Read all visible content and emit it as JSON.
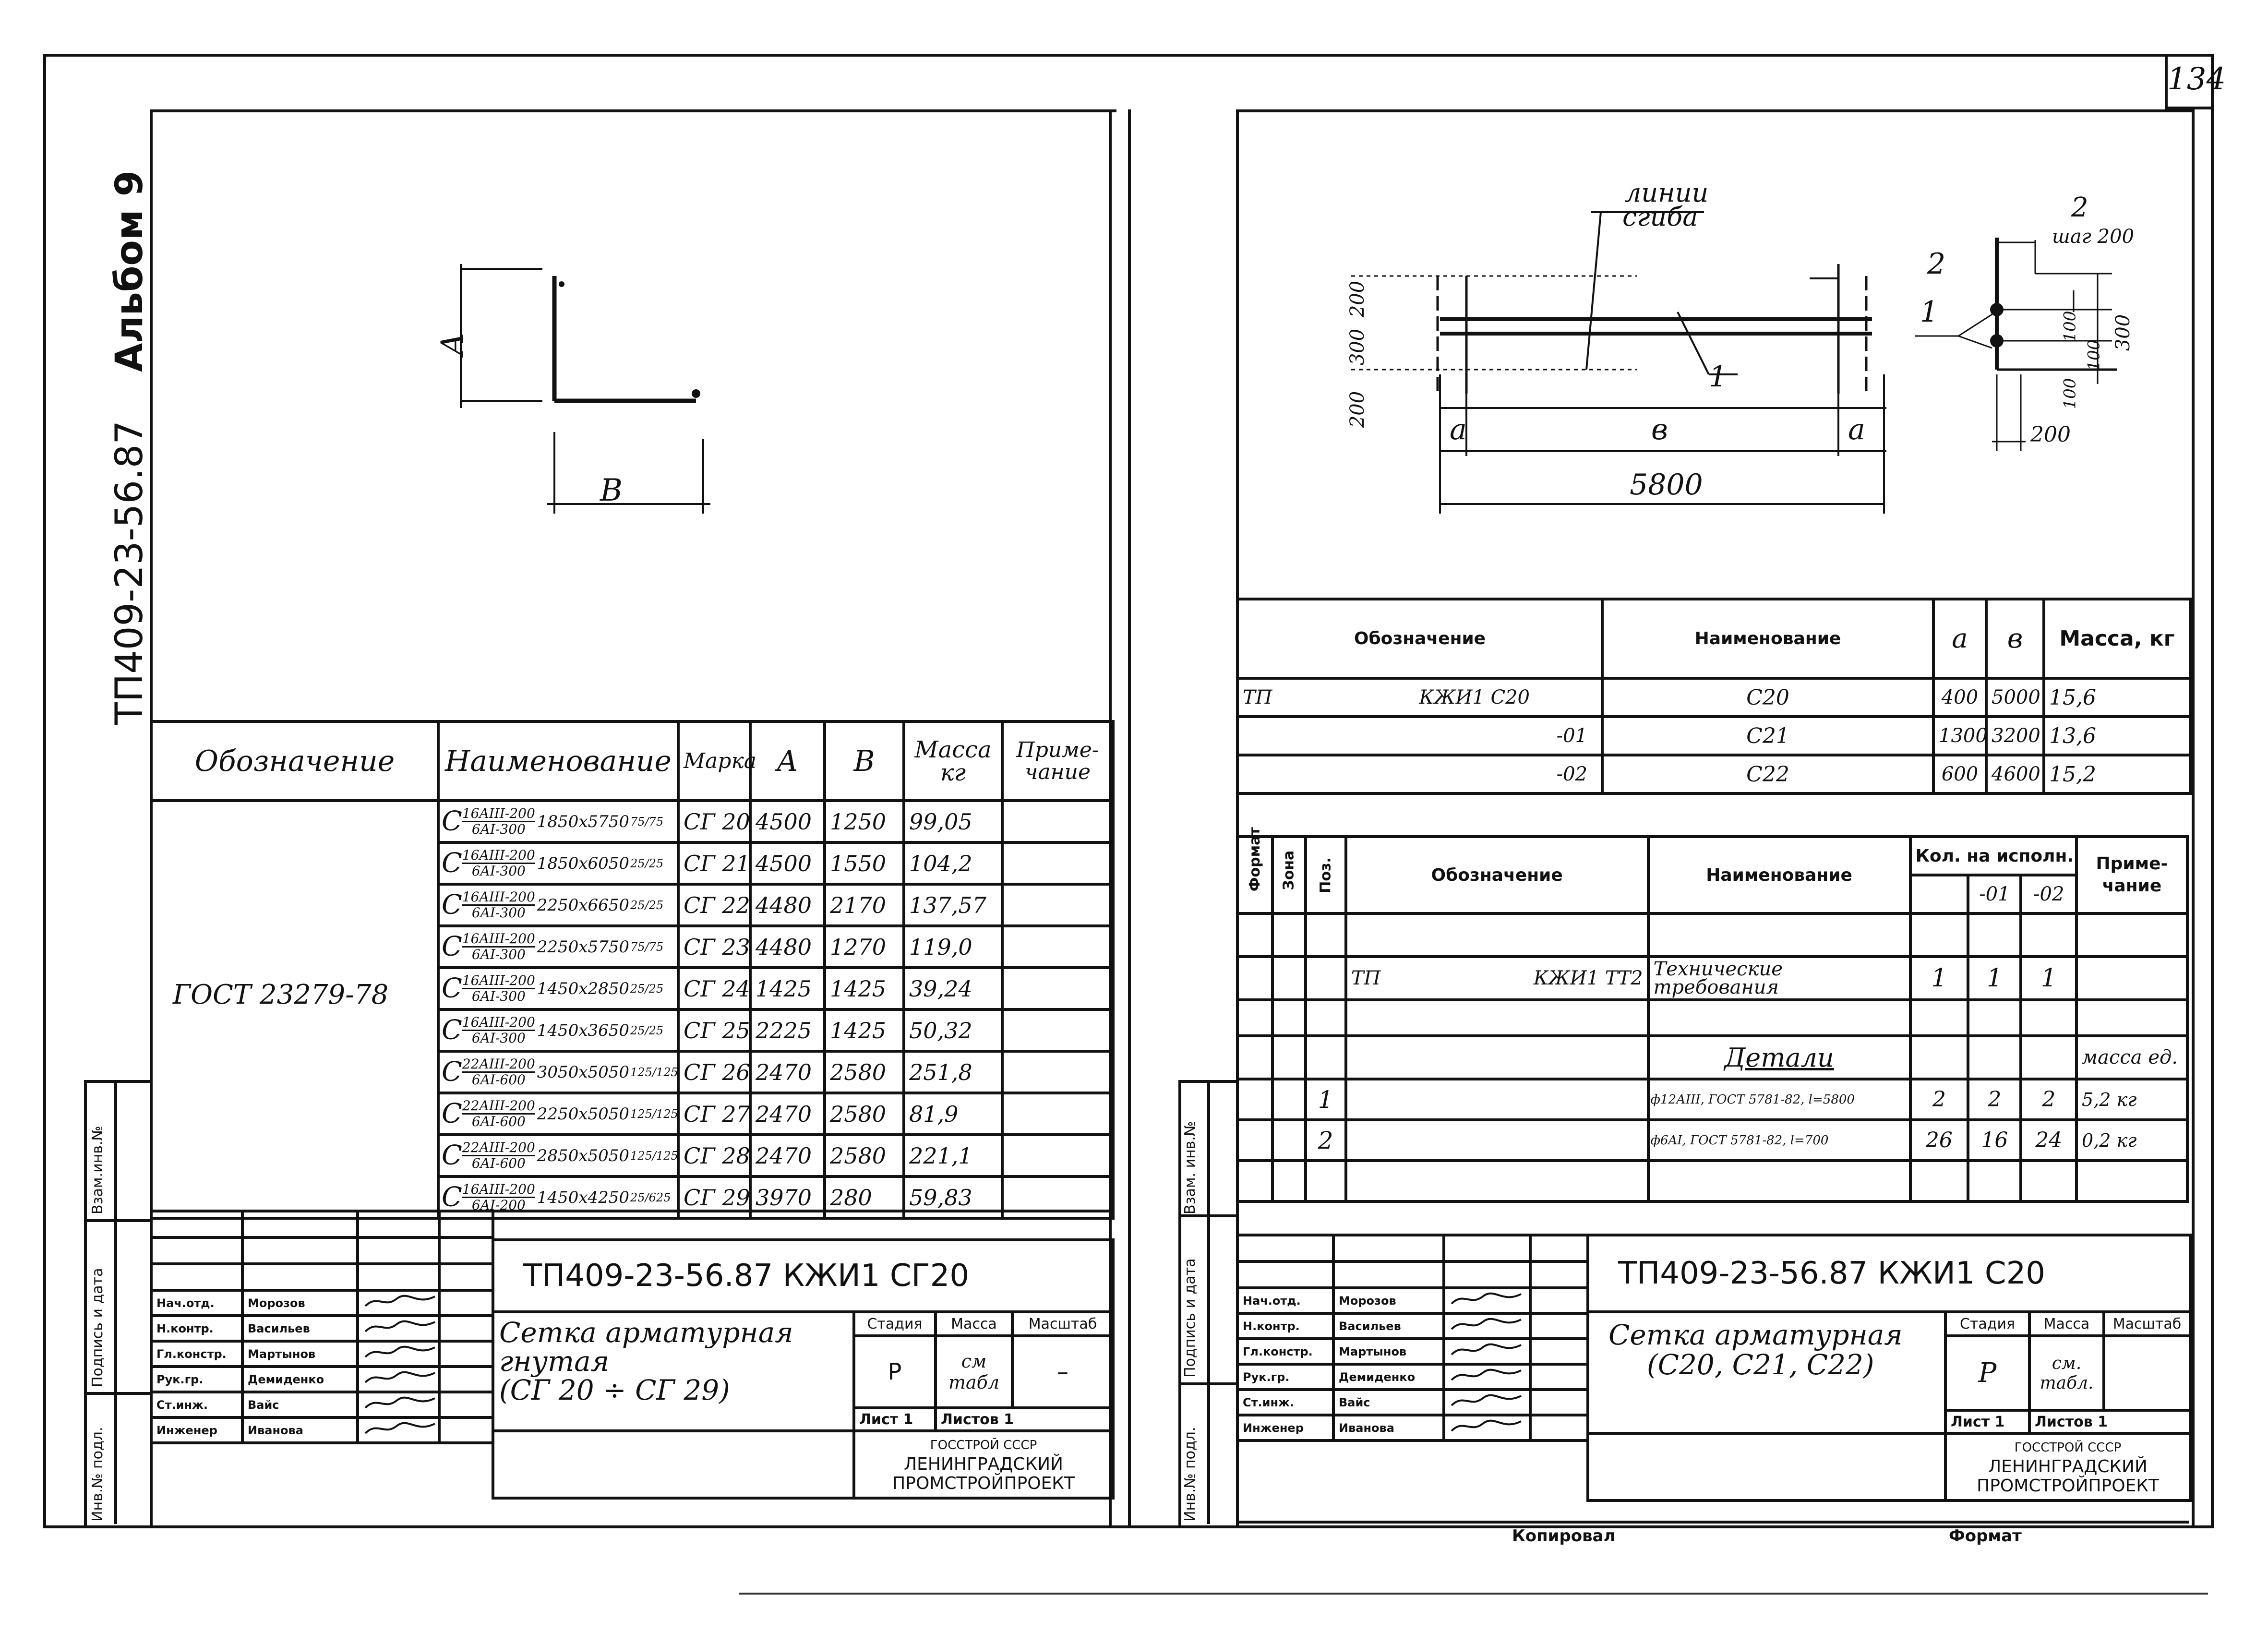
{
  "page_number": "134",
  "album_spine": {
    "code": "ТП409-23-56.87",
    "album": "Альбом 9"
  },
  "left": {
    "sketch": {
      "dim_a": "A",
      "dim_b": "B"
    },
    "table": {
      "headers": [
        "Обозначение",
        "Наименование",
        "Марка",
        "A",
        "B",
        "Масса кг",
        "Приме- чание"
      ],
      "designation": "ГОСТ 23279-78",
      "rows": [
        {
          "name_top": "16AIII-200",
          "name_bot": "6AI-300",
          "size": "1850x5750",
          "pad": "75/75",
          "mark": "СГ 20",
          "a": "4500",
          "b": "1250",
          "mass": "99,05"
        },
        {
          "name_top": "16AIII-200",
          "name_bot": "6AI-300",
          "size": "1850x6050",
          "pad": "25/25",
          "mark": "СГ 21",
          "a": "4500",
          "b": "1550",
          "mass": "104,2"
        },
        {
          "name_top": "16AIII-200",
          "name_bot": "6AI-300",
          "size": "2250x6650",
          "pad": "25/25",
          "mark": "СГ 22",
          "a": "4480",
          "b": "2170",
          "mass": "137,57"
        },
        {
          "name_top": "16AIII-200",
          "name_bot": "6AI-300",
          "size": "2250x5750",
          "pad": "75/75",
          "mark": "СГ 23",
          "a": "4480",
          "b": "1270",
          "mass": "119,0"
        },
        {
          "name_top": "16AIII-200",
          "name_bot": "6AI-300",
          "size": "1450x2850",
          "pad": "25/25",
          "mark": "СГ 24",
          "a": "1425",
          "b": "1425",
          "mass": "39,24"
        },
        {
          "name_top": "16AIII-200",
          "name_bot": "6AI-300",
          "size": "1450x3650",
          "pad": "25/25",
          "mark": "СГ 25",
          "a": "2225",
          "b": "1425",
          "mass": "50,32"
        },
        {
          "name_top": "22AIII-200",
          "name_bot": "6AI-600",
          "size": "3050x5050",
          "pad": "125/125",
          "mark": "СГ 26",
          "a": "2470",
          "b": "2580",
          "mass": "251,8"
        },
        {
          "name_top": "22AIII-200",
          "name_bot": "6AI-600",
          "size": "2250x5050",
          "pad": "125/125",
          "mark": "СГ 27",
          "a": "2470",
          "b": "2580",
          "mass": "81,9"
        },
        {
          "name_top": "22AIII-200",
          "name_bot": "6AI-600",
          "size": "2850x5050",
          "pad": "125/125",
          "mark": "СГ 28",
          "a": "2470",
          "b": "2580",
          "mass": "221,1"
        },
        {
          "name_top": "16AIII-200",
          "name_bot": "6AI-200",
          "size": "1450x4250",
          "pad": "25/625",
          "mark": "СГ 29",
          "a": "3970",
          "b": "280",
          "mass": "59,83"
        }
      ]
    },
    "side_labels": [
      "Взам.инв.№",
      "Подпись и дата",
      "Инв.№ подл."
    ],
    "stamp": {
      "code": "ТП409-23-56.87 КЖИ1 СГ20",
      "title_line1": "Сетка арматурная",
      "title_line2": "гнутая",
      "title_line3": "(СГ 20 ÷ СГ 29)",
      "stage_h": "Стадия",
      "mass_h": "Масса",
      "scale_h": "Масштаб",
      "stage": "Р",
      "mass": "см табл",
      "scale": "–",
      "sheet": "Лист 1",
      "sheets": "Листов 1",
      "org1": "ГОССТРОЙ СССР",
      "org2": "ЛЕНИНГРАДСКИЙ",
      "org3": "ПРОМСТРОЙПРОЕКТ",
      "people": [
        {
          "role": "Нач.отд.",
          "name": "Морозов"
        },
        {
          "role": "Н.контр.",
          "name": "Васильев"
        },
        {
          "role": "Гл.констр.",
          "name": "Мартынов"
        },
        {
          "role": "Рук.гр.",
          "name": "Демиденко"
        },
        {
          "role": "Ст.инж.",
          "name": "Вайс"
        },
        {
          "role": "Инженер",
          "name": "Иванова"
        }
      ]
    }
  },
  "right": {
    "drawing": {
      "bend_label_1": "линии",
      "bend_label_2": "сгиба",
      "pos2": "2",
      "pos2_note": "шаг 200",
      "pos1": "1",
      "d200a": "200",
      "d300": "300",
      "d200b": "200",
      "da": "a",
      "db": "в",
      "da2": "a",
      "total": "5800",
      "pos1_tag": "1",
      "pos2_top": "2",
      "d100a": "100",
      "d100b": "100",
      "d300r": "300",
      "d100c": "100",
      "d200r": "200"
    },
    "table1": {
      "headers": [
        "Обозначение",
        "Наименование",
        "a",
        "в",
        "Масса, кг"
      ],
      "rows": [
        {
          "prefix": "ТП",
          "des": "КЖИ1 С20",
          "name": "С20",
          "a": "400",
          "b": "5000",
          "mass": "15,6"
        },
        {
          "prefix": "",
          "des": "-01",
          "name": "С21",
          "a": "1300",
          "b": "3200",
          "mass": "13,6"
        },
        {
          "prefix": "",
          "des": "-02",
          "name": "С22",
          "a": "600",
          "b": "4600",
          "mass": "15,2"
        }
      ]
    },
    "table2": {
      "h_format": "Формат",
      "h_zone": "Зона",
      "h_pos": "Поз.",
      "h_des": "Обозначение",
      "h_name": "Наименование",
      "h_qty": "Кол. на исполн.",
      "h_q1": "-01",
      "h_q2": "-02",
      "h_note": "Приме- чание",
      "row_tt": {
        "prefix": "ТП",
        "des": "КЖИ1 ТТ2",
        "name1": "Технические",
        "name2": "требования",
        "q0": "1",
        "q1": "1",
        "q2": "1"
      },
      "details_title": "Детали",
      "details_note": "масса ед.",
      "rows": [
        {
          "pos": "1",
          "name": "ф12АIII, ГОСТ 5781-82, l=5800",
          "q0": "2",
          "q1": "2",
          "q2": "2",
          "note": "5,2 кг"
        },
        {
          "pos": "2",
          "name": "ф6AI, ГОСТ 5781-82, l=700",
          "q0": "26",
          "q1": "16",
          "q2": "24",
          "note": "0,2 кг"
        }
      ]
    },
    "side_labels": [
      "Взам. инв.№",
      "Подпись и дата",
      "Инв.№ подл."
    ],
    "stamp": {
      "code": "ТП409-23-56.87 КЖИ1 С20",
      "title_line1": "Сетка арматурная",
      "title_line2": "(С20, С21, С22)",
      "stage_h": "Стадия",
      "mass_h": "Масса",
      "scale_h": "Масштаб",
      "stage": "Р",
      "mass": "см. табл.",
      "scale": "",
      "sheet": "Лист 1",
      "sheets": "Листов 1",
      "org1": "ГОССТРОЙ СССР",
      "org2": "ЛЕНИНГРАДСКИЙ",
      "org3": "ПРОМСТРОЙПРОЕКТ",
      "people": [
        {
          "role": "Нач.отд.",
          "name": "Морозов"
        },
        {
          "role": "Н.контр.",
          "name": "Васильев"
        },
        {
          "role": "Гл.констр.",
          "name": "Мартынов"
        },
        {
          "role": "Рук.гр.",
          "name": "Демиденко"
        },
        {
          "role": "Ст.инж.",
          "name": "Вайс"
        },
        {
          "role": "Инженер",
          "name": "Иванова"
        }
      ]
    },
    "footer_copy": "Копировал",
    "footer_format": "Формат"
  }
}
